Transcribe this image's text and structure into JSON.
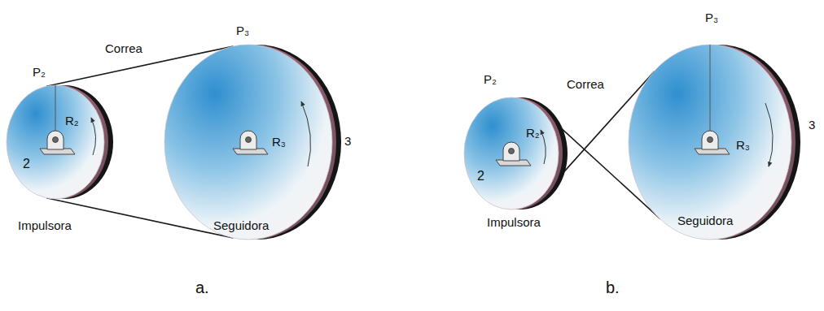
{
  "diagram": {
    "nodes": [
      {
        "text": [
          "R₂",
          "2"
        ]
      },
      {
        "text": [
          "R₃"
        ]
      },
      {
        "text": [
          "R₂",
          "2"
        ]
      },
      {
        "text": [
          "R₃"
        ]
      }
    ],
    "edges": [
      {
        "from": 0,
        "to": 1,
        "arrow": "none",
        "label": "Correa"
      },
      {
        "from": 2,
        "to": 3,
        "arrow": "none",
        "label": "Correa"
      }
    ],
    "labels": [
      "P₂",
      "P₃",
      "3",
      "Impulsora",
      "Seguidora",
      "a.",
      "P₂",
      "P₃",
      "3",
      "Impulsora",
      "Seguidora",
      "b."
    ]
  }
}
